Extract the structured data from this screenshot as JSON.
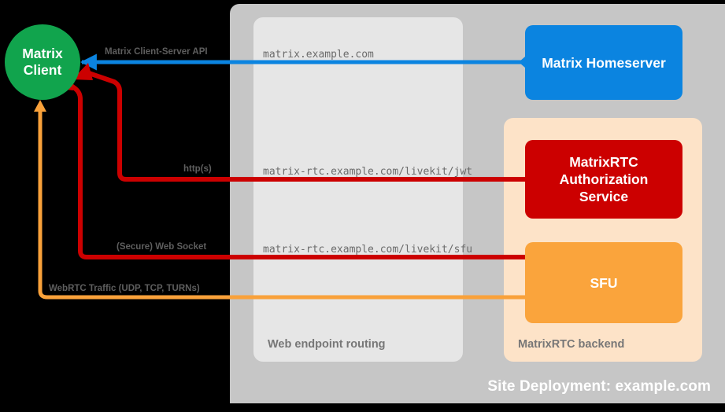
{
  "diagram": {
    "site": {
      "title": "Site Deployment: example.com",
      "background_color": "#c6c6c6"
    },
    "panels": [
      {
        "id": "web-endpoint-routing",
        "label": "Web endpoint routing",
        "color": "#e6e6e6"
      },
      {
        "id": "matrixrtc-backend",
        "label": "MatrixRTC backend",
        "color": "#fde3c8"
      }
    ],
    "nodes": [
      {
        "id": "matrix-client",
        "label_line1": "Matrix",
        "label_line2": "Client",
        "color": "#11a44d",
        "shape": "circle"
      },
      {
        "id": "matrix-homeserver",
        "label": "Matrix Homeserver",
        "color": "#0b84e0",
        "shape": "rounded-rect"
      },
      {
        "id": "matrixrtc-authorization-service",
        "label_line1": "MatrixRTC",
        "label_line2": "Authorization",
        "label_line3": "Service",
        "color": "#cc0000",
        "shape": "rounded-rect"
      },
      {
        "id": "sfu",
        "label": "SFU",
        "color": "#faa43c",
        "shape": "rounded-rect"
      }
    ],
    "edges": [
      {
        "id": "client-server-api",
        "protocol_label": "Matrix Client-Server API",
        "endpoint_label": "matrix.example.com",
        "color": "#0b84e0",
        "from": "matrix-homeserver",
        "to": "matrix-client"
      },
      {
        "id": "livekit-jwt",
        "protocol_label": "http(s)",
        "endpoint_label": "matrix-rtc.example.com/livekit/jwt",
        "color": "#cc0000",
        "from": "matrix-client",
        "to": "matrixrtc-authorization-service"
      },
      {
        "id": "livekit-sfu",
        "protocol_label": "(Secure) Web Socket",
        "endpoint_label": "matrix-rtc.example.com/livekit/sfu",
        "color": "#cc0000",
        "from": "matrix-client",
        "to": "sfu"
      },
      {
        "id": "webrtc-traffic",
        "protocol_label": "WebRTC Traffic (UDP, TCP, TURNs)",
        "endpoint_label": "",
        "color": "#f9a13a",
        "from": "matrix-client",
        "to": "sfu"
      }
    ]
  }
}
